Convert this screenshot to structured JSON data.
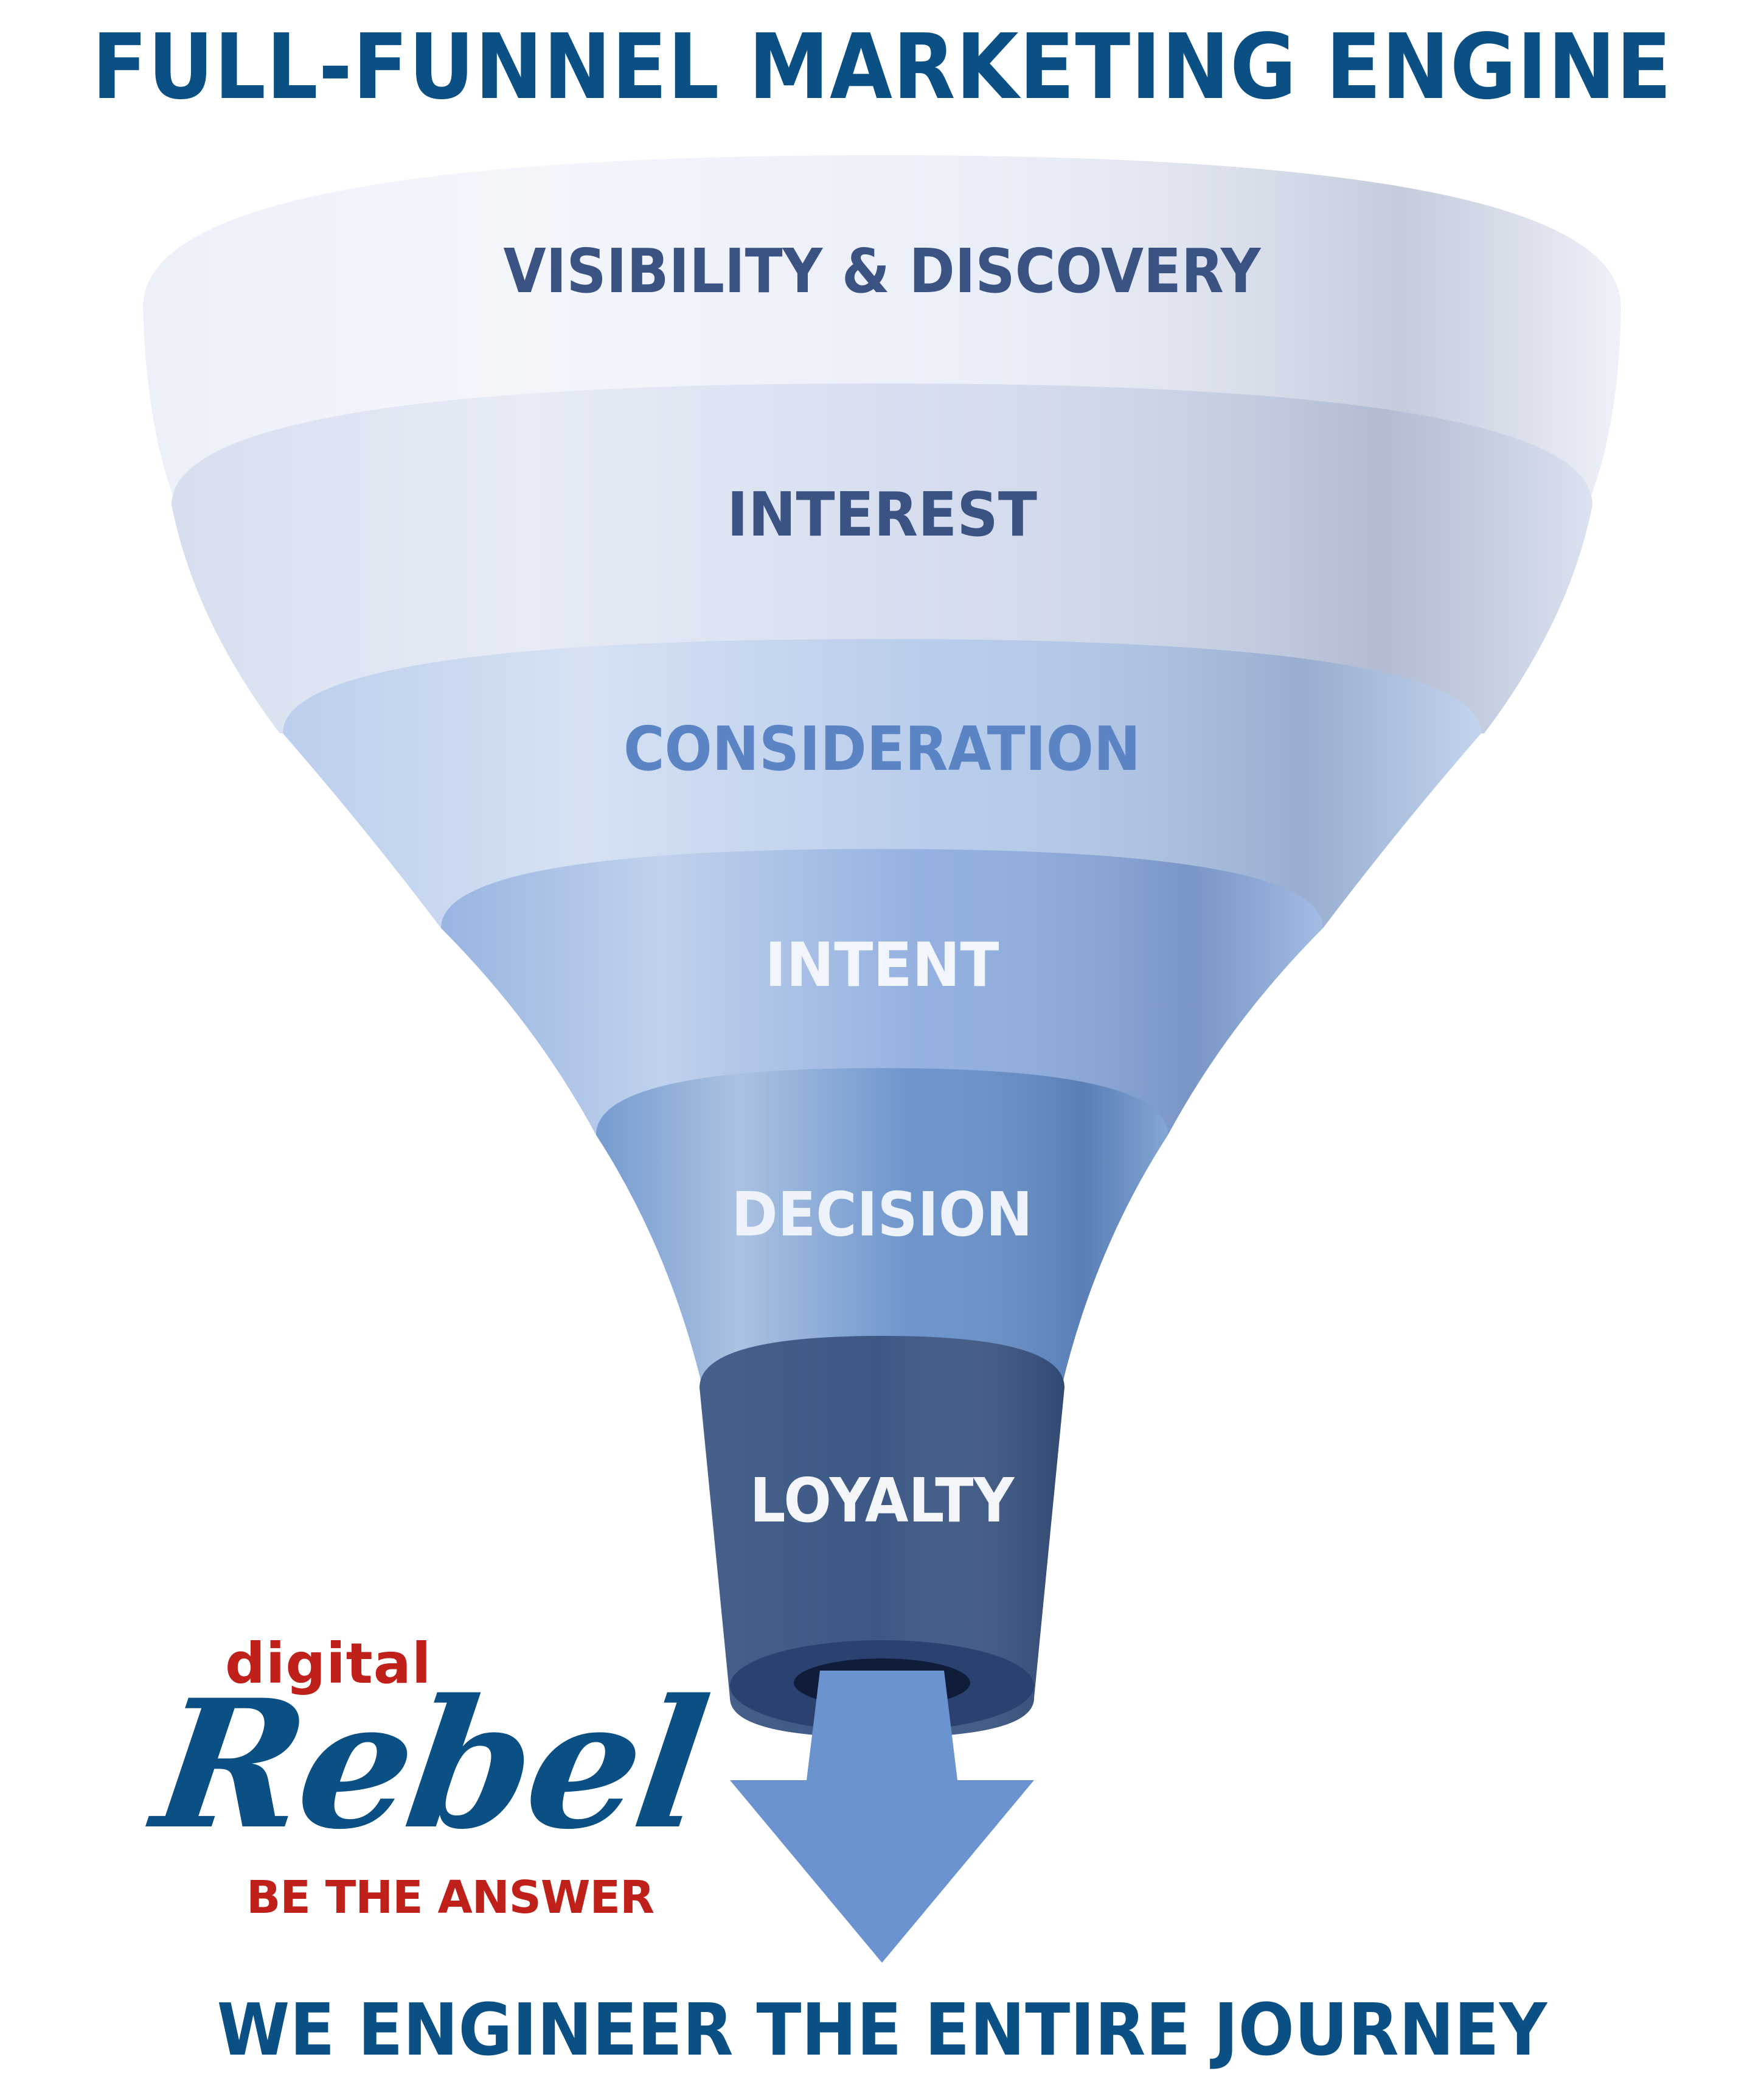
{
  "title": "FULL-FUNNEL MARKETING ENGINE",
  "stages": [
    {
      "label": "VISIBILITY & DISCOVERY",
      "text_color": "#3b5382",
      "fill": "#eaeef8"
    },
    {
      "label": "INTEREST",
      "text_color": "#3b5382",
      "fill": "#d2dbed"
    },
    {
      "label": "CONSIDERATION",
      "text_color": "#5b84c4",
      "fill": "#b4c9ea"
    },
    {
      "label": "INTENT",
      "text_color": "#f2f5fb",
      "fill": "#8dacde"
    },
    {
      "label": "DECISION",
      "text_color": "#eef2fa",
      "fill": "#6690ca"
    },
    {
      "label": "LOYALTY",
      "text_color": "#f3f5f9",
      "fill": "#3d5885"
    }
  ],
  "arrow_color": "#6a93cf",
  "logo": {
    "small_text": "digital",
    "script_text": "Rebel",
    "tagline": "BE THE ANSWER",
    "accent_color": "#c0201a",
    "brand_color": "#0b5084"
  },
  "tagline": "WE ENGINEER THE ENTIRE JOURNEY"
}
